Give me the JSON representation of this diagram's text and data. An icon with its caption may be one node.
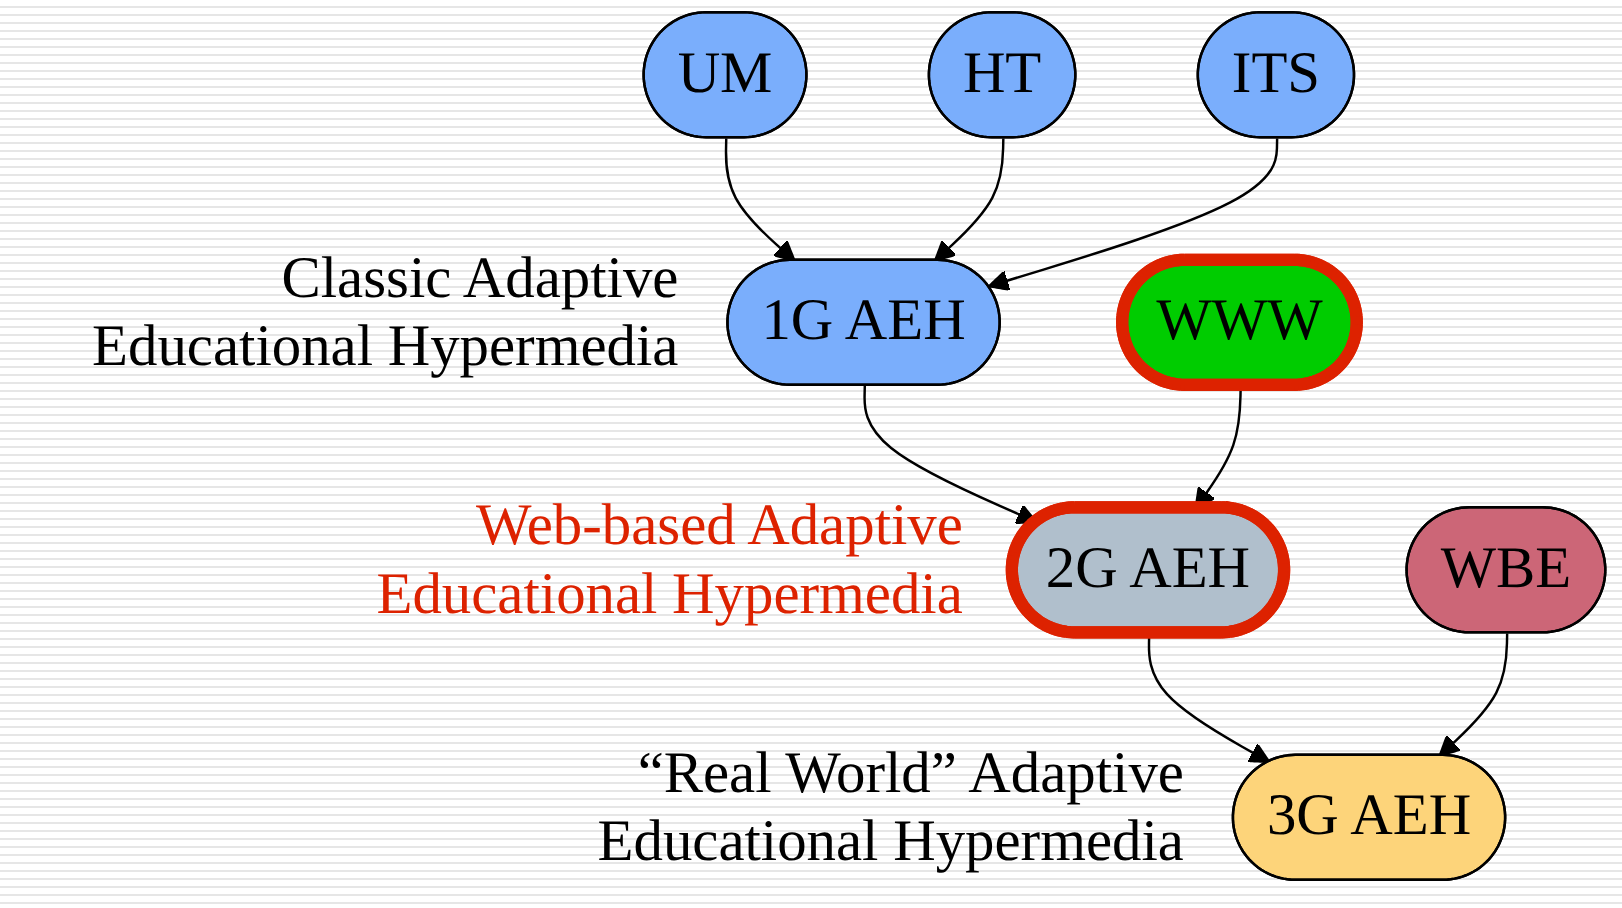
{
  "diagram": {
    "nodes": [
      {
        "text": [
          "UM"
        ]
      },
      {
        "text": [
          "HT"
        ]
      },
      {
        "text": [
          "ITS"
        ]
      },
      {
        "text": [
          "WWW"
        ]
      },
      {
        "text": [
          "1G AEH"
        ],
        "beside": [
          "Classic Adaptive Educational Hypermedia"
        ]
      },
      {
        "text": [
          "WBE"
        ]
      },
      {
        "text": [
          "2G AEH"
        ],
        "beside": [
          "Web-based Adaptive Educational Hypermedia"
        ]
      },
      {
        "text": [
          "3G AEH"
        ],
        "beside": [
          "“Real World” Adaptive Educational Hypermedia"
        ]
      }
    ],
    "edges": [
      {
        "from": 0,
        "to": 4,
        "arrow": "to"
      },
      {
        "from": 1,
        "to": 4,
        "arrow": "to"
      },
      {
        "from": 2,
        "to": 4,
        "arrow": "to"
      },
      {
        "from": 4,
        "to": 6,
        "arrow": "to"
      },
      {
        "from": 3,
        "to": 6,
        "arrow": "to"
      },
      {
        "from": 6,
        "to": 7,
        "arrow": "to"
      },
      {
        "from": 5,
        "to": 7,
        "arrow": "to"
      }
    ]
  }
}
